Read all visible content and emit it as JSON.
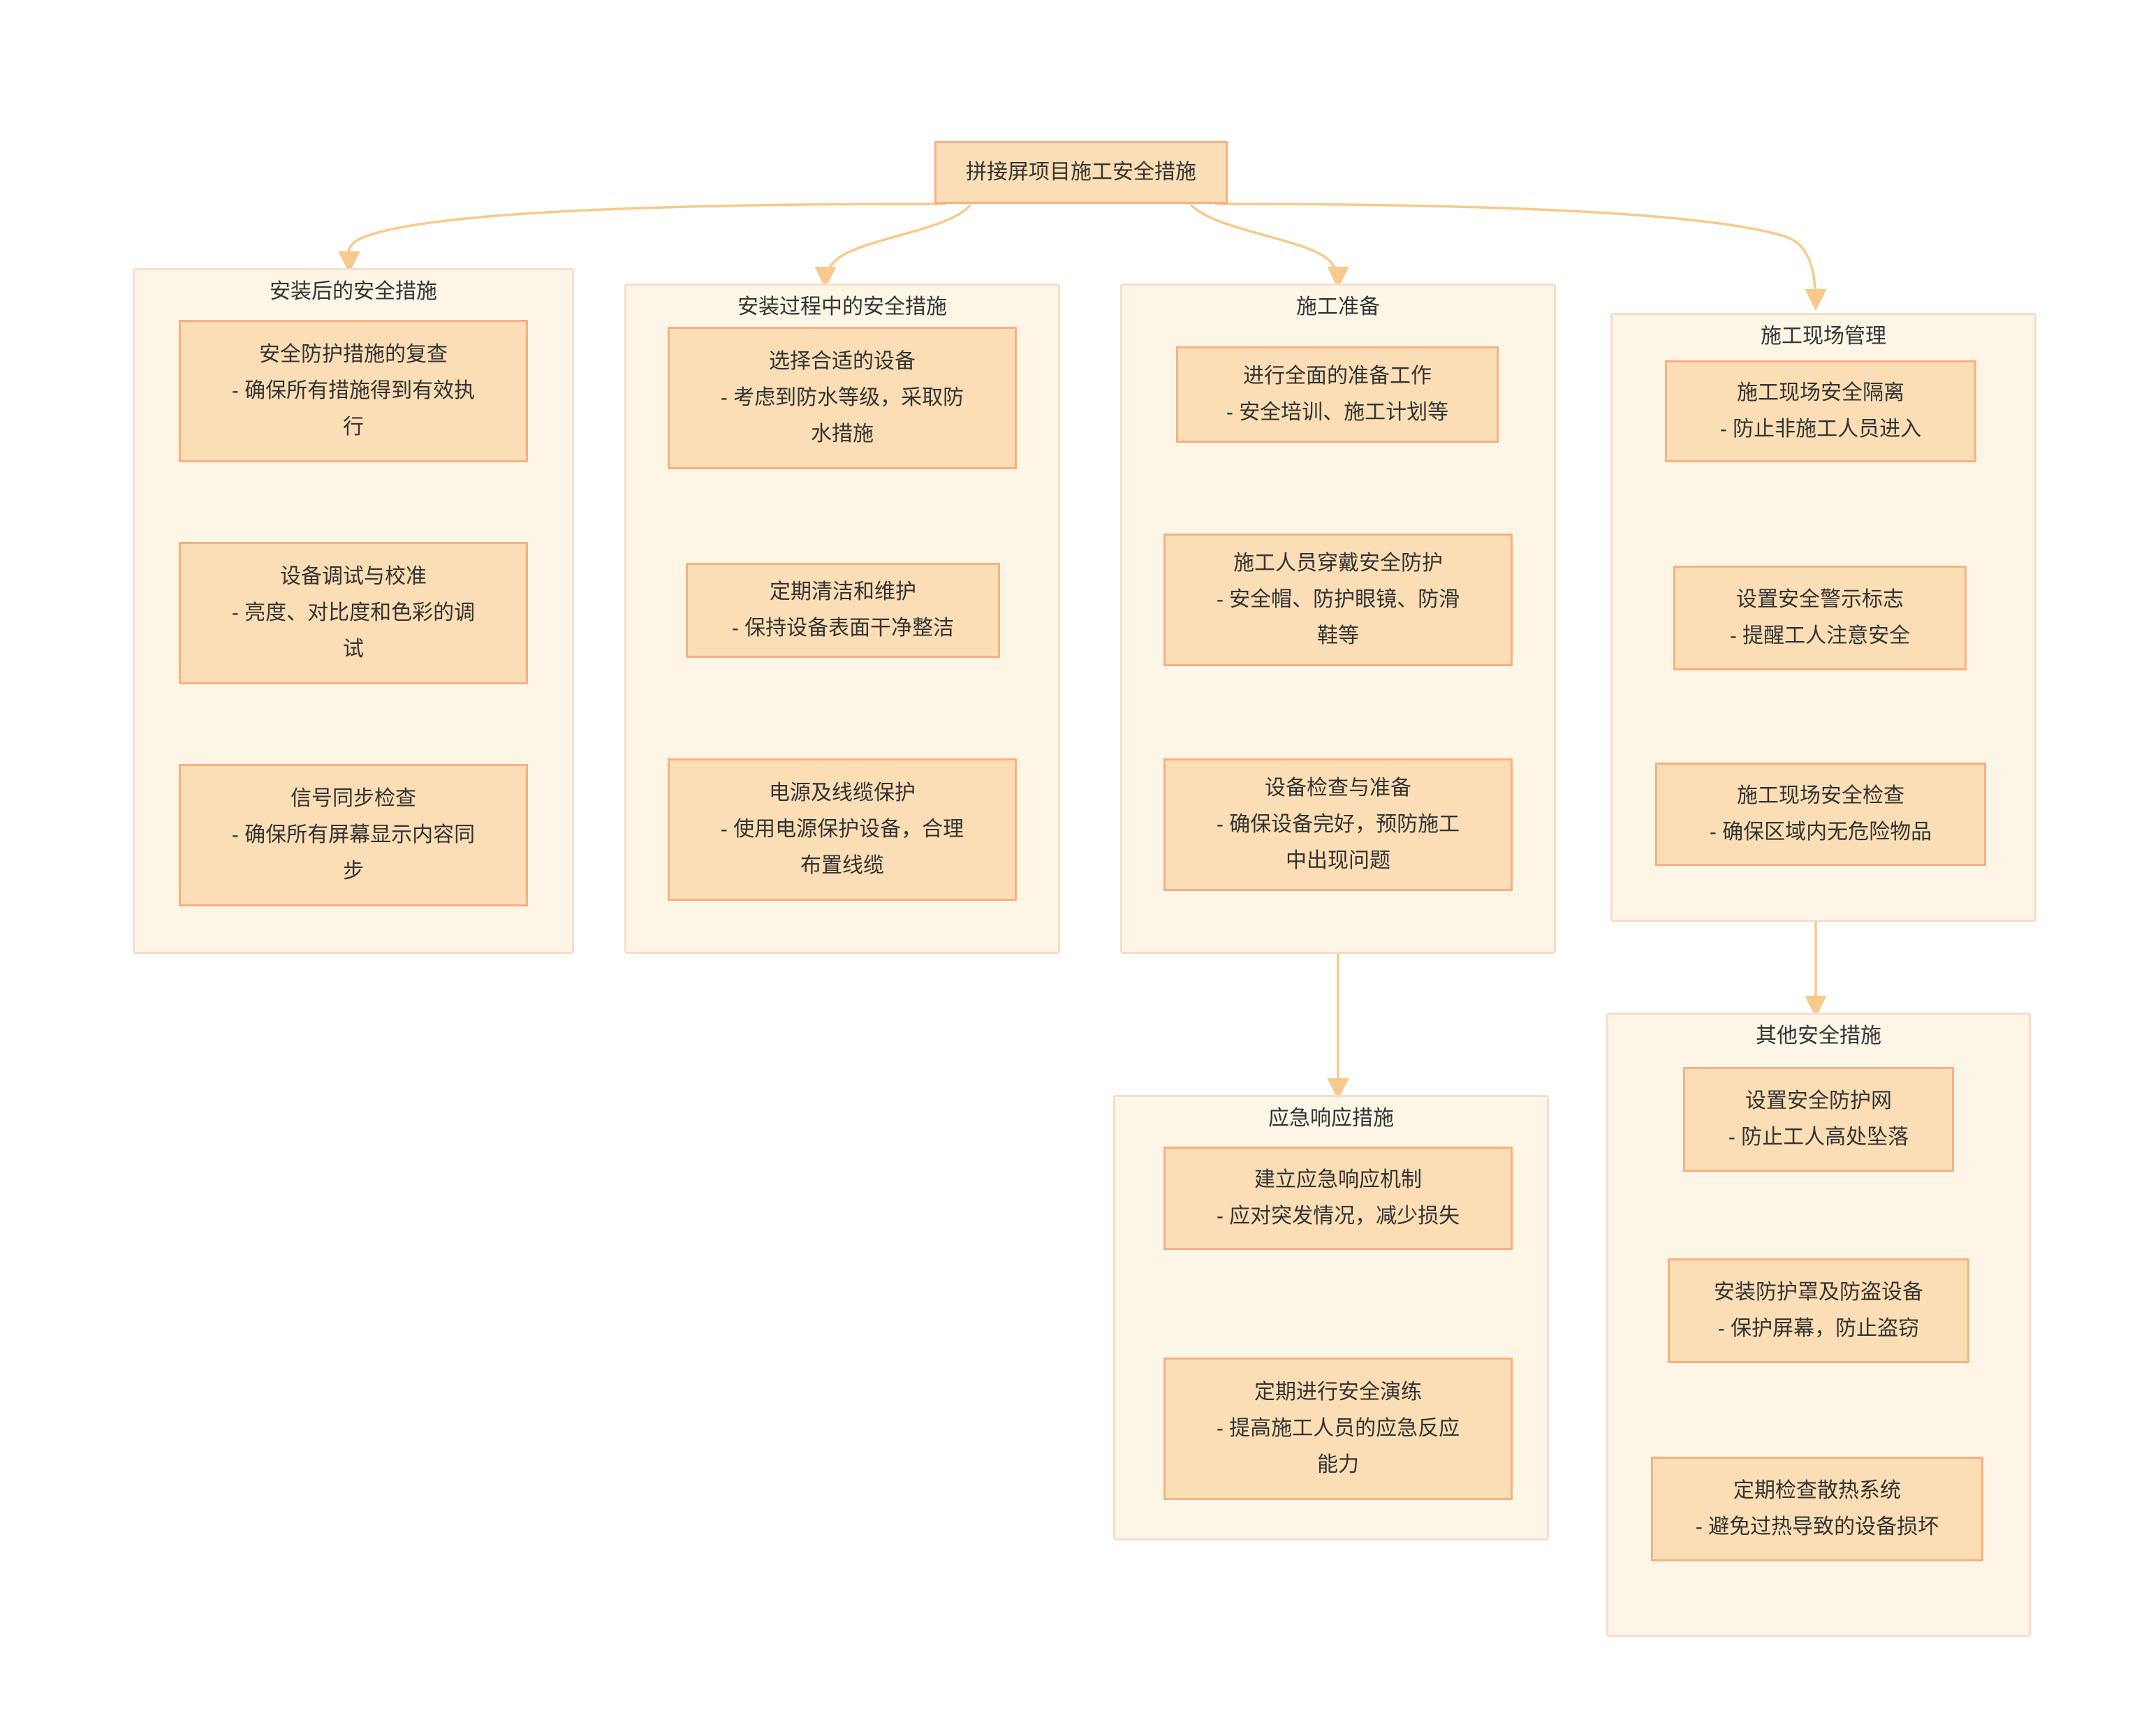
{
  "diagram": {
    "title": "拼接屏项目施工安全措施",
    "root": {
      "label": "拼接屏项目施工安全措施"
    },
    "clusters": [
      {
        "id": "post-install",
        "title": "安装后的安全措施",
        "nodes": [
          {
            "label": "安全防护措施的复查\n- 确保所有措施得到有效执\n行"
          },
          {
            "label": "设备调试与校准\n- 亮度、对比度和色彩的调\n试"
          },
          {
            "label": "信号同步检查\n- 确保所有屏幕显示内容同\n步"
          }
        ]
      },
      {
        "id": "during-install",
        "title": "安装过程中的安全措施",
        "nodes": [
          {
            "label": "选择合适的设备\n- 考虑到防水等级，采取防\n水措施"
          },
          {
            "label": "定期清洁和维护\n- 保持设备表面干净整洁"
          },
          {
            "label": "电源及线缆保护\n- 使用电源保护设备，合理\n布置线缆"
          }
        ]
      },
      {
        "id": "construction-prep",
        "title": "施工准备",
        "nodes": [
          {
            "label": "进行全面的准备工作\n- 安全培训、施工计划等"
          },
          {
            "label": "施工人员穿戴安全防护\n- 安全帽、防护眼镜、防滑\n鞋等"
          },
          {
            "label": "设备检查与准备\n- 确保设备完好，预防施工\n中出现问题"
          }
        ]
      },
      {
        "id": "site-management",
        "title": "施工现场管理",
        "nodes": [
          {
            "label": "施工现场安全隔离\n- 防止非施工人员进入"
          },
          {
            "label": "设置安全警示标志\n- 提醒工人注意安全"
          },
          {
            "label": "施工现场安全检查\n- 确保区域内无危险物品"
          }
        ]
      },
      {
        "id": "emergency-response",
        "title": "应急响应措施",
        "nodes": [
          {
            "label": "建立应急响应机制\n- 应对突发情况，减少损失"
          },
          {
            "label": "定期进行安全演练\n- 提高施工人员的应急反应\n能力"
          }
        ]
      },
      {
        "id": "other-measures",
        "title": "其他安全措施",
        "nodes": [
          {
            "label": "设置安全防护网\n- 防止工人高处坠落"
          },
          {
            "label": "安装防护罩及防盗设备\n- 保护屏幕，防止盗窃"
          },
          {
            "label": "定期检查散热系统\n- 避免过热导致的设备损坏"
          }
        ]
      }
    ],
    "colors": {
      "node_fill": "#FBDEB5",
      "node_border": "#F5B183",
      "cluster_fill": "#FDF6E7",
      "cluster_border": "#F9DCCB",
      "edge": "#F8C98A",
      "text": "#333333",
      "background": "#FFFFFF"
    }
  }
}
